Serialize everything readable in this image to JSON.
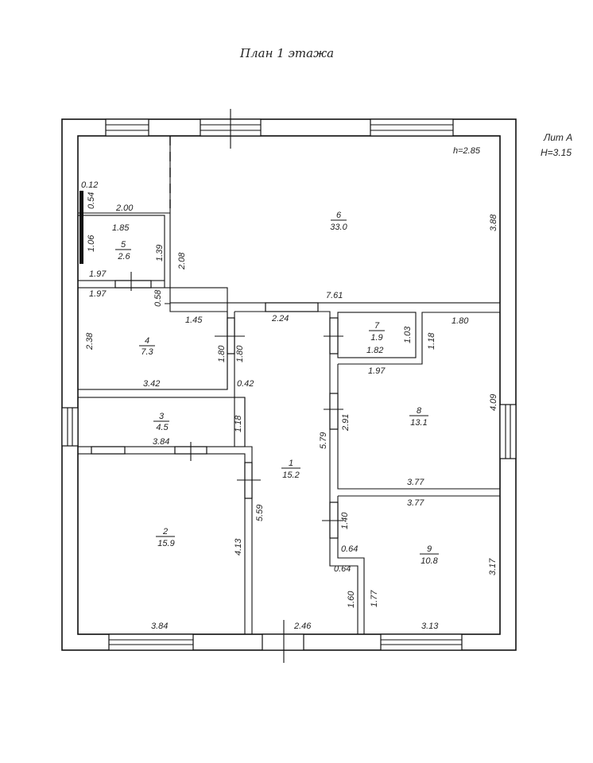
{
  "header": {
    "title": "План 1 этажа",
    "lit_label": "Лит А",
    "lit_height": "H=3.15",
    "ceiling_height": "h=2.85"
  },
  "rooms": [
    {
      "id": "1",
      "number": "1",
      "area": "15.2"
    },
    {
      "id": "2",
      "number": "2",
      "area": "15.9"
    },
    {
      "id": "3",
      "number": "3",
      "area": "4.5"
    },
    {
      "id": "4",
      "number": "4",
      "area": "7.3"
    },
    {
      "id": "5",
      "number": "5",
      "area": "2.6"
    },
    {
      "id": "6",
      "number": "6",
      "area": "33.0"
    },
    {
      "id": "7",
      "number": "7",
      "area": "1.9"
    },
    {
      "id": "8",
      "number": "8",
      "area": "13.1"
    },
    {
      "id": "9",
      "number": "9",
      "area": "10.8"
    }
  ],
  "dimensions": [
    "0.12",
    "0.54",
    "2.00",
    "1.85",
    "1.06",
    "1.39",
    "2.08",
    "1.97",
    "1.97",
    "0.58",
    "3.88",
    "7.61",
    "2.24",
    "1.45",
    "2.38",
    "1.80",
    "1.80",
    "3.42",
    "0.42",
    "1.03",
    "1.82",
    "1.18",
    "1.80",
    "1.97",
    "2.91",
    "5.79",
    "4.09",
    "3.77",
    "1.18",
    "3.84",
    "3.77",
    "1.40",
    "0.64",
    "0.64",
    "3.17",
    "5.59",
    "4.13",
    "1.77",
    "1.60",
    "3.84",
    "2.46",
    "3.13"
  ]
}
